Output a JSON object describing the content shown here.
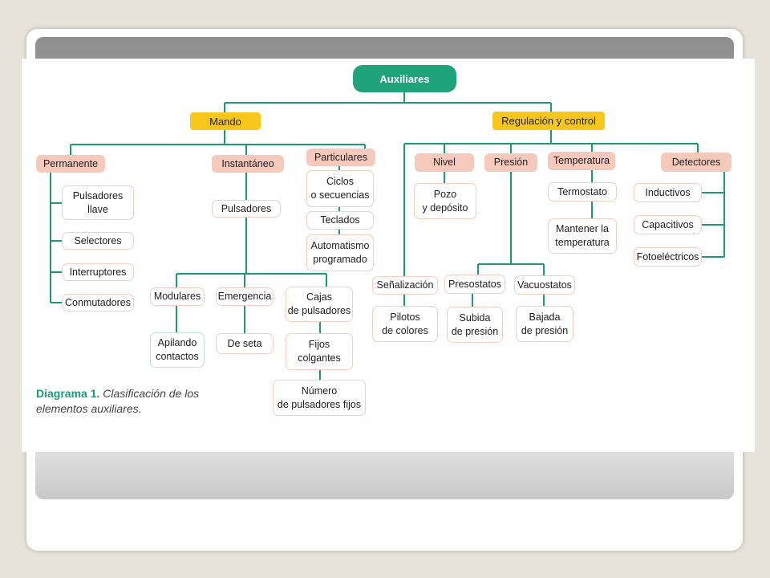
{
  "root": {
    "label": "Auxiliares"
  },
  "categories": {
    "mando": "Mando",
    "regulacion": "Regulación y control"
  },
  "mando": {
    "permanente": {
      "label": "Permanente",
      "items": [
        "Pulsadores\nllave",
        "Selectores",
        "Interruptores",
        "Conmutadores"
      ]
    },
    "instantaneo": {
      "label": "Instantáneo",
      "pulsadores": "Pulsadores",
      "modulares": "Modulares",
      "apilando": "Apilando\ncontactos",
      "emergencia": "Emergencia",
      "de_seta": "De seta",
      "cajas": "Cajas\nde pulsadores",
      "fijos": "Fijos\ncolgantes",
      "numero": "Número\nde pulsadores fijos"
    },
    "particulares": {
      "label": "Particulares",
      "items": [
        "Ciclos\no secuencias",
        "Teclados",
        "Automatismo\nprogramado"
      ]
    }
  },
  "regulacion": {
    "senalizacion": {
      "label": "Señalización",
      "pilotos": "Pilotos\nde colores"
    },
    "nivel": {
      "label": "Nivel",
      "pozo": "Pozo\ny depósito"
    },
    "presion": {
      "label": "Presión",
      "presostatos": "Presostatos",
      "subida": "Subida\nde presión",
      "vacuostatos": "Vacuostatos",
      "bajada": "Bajada\nde presión"
    },
    "temperatura": {
      "label": "Temperatura",
      "termostato": "Termostato",
      "mantener": "Mantener la\ntemperatura"
    },
    "detectores": {
      "label": "Detectores",
      "items": [
        "Inductivos",
        "Capacitivos",
        "Fotoeléctricos"
      ]
    }
  },
  "caption": {
    "title": "Diagrama 1.",
    "text": "Clasificación de los elementos auxiliares."
  },
  "colors": {
    "root": "#1ea37b",
    "category": "#f9c71c",
    "subcategory": "#f6c9bd",
    "connector": "#1e9a73"
  }
}
